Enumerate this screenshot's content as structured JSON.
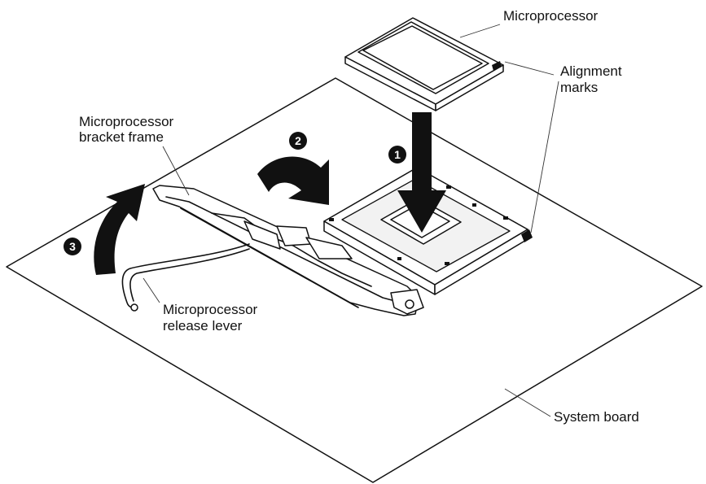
{
  "labels": {
    "microprocessor": "Microprocessor",
    "alignment_marks_1": "Alignment",
    "alignment_marks_2": "marks",
    "bracket_frame_1": "Microprocessor",
    "bracket_frame_2": "bracket frame",
    "release_lever_1": "Microprocessor",
    "release_lever_2": "release lever",
    "system_board": "System board"
  },
  "steps": [
    {
      "number": "1",
      "action": "press-down"
    },
    {
      "number": "2",
      "action": "rotate-frame"
    },
    {
      "number": "3",
      "action": "rotate-lever"
    }
  ],
  "colors": {
    "ink": "#111111",
    "background": "#ffffff"
  }
}
